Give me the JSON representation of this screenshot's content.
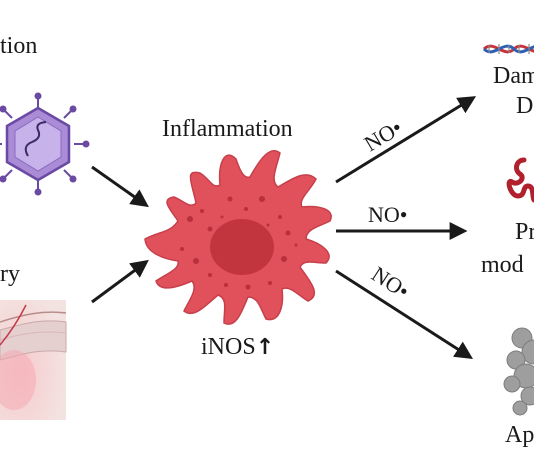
{
  "labels": {
    "infection": "tion",
    "injury": "ry",
    "inflammation": "Inflammation",
    "inos": "iNOS",
    "inos_arrow": "↑",
    "damage_line1": "Dam",
    "damage_line2": "D",
    "protein_line1": "Pr",
    "protein_line2": "mod",
    "apoptosis": "Ap"
  },
  "arrows": {
    "upper": "NO•",
    "middle": "NO•",
    "lower": "NO•"
  },
  "colors": {
    "cell_fill": "#e0515c",
    "cell_nucleus": "#c2353f",
    "virus_fill": "#a98bd6",
    "virus_stroke": "#6b4aa3",
    "dna_red": "#c8323b",
    "dna_blue": "#2f5fb0",
    "protein_red": "#b0202d",
    "apoptosis_gray": "#9e9e9e",
    "skin": "#e9b4b8",
    "arrow": "#1a1a1a"
  },
  "icons": [
    "virus-icon",
    "skin-tissue-icon",
    "macrophage-cell-icon",
    "dna-icon",
    "protein-icon",
    "apoptotic-cell-icon"
  ]
}
